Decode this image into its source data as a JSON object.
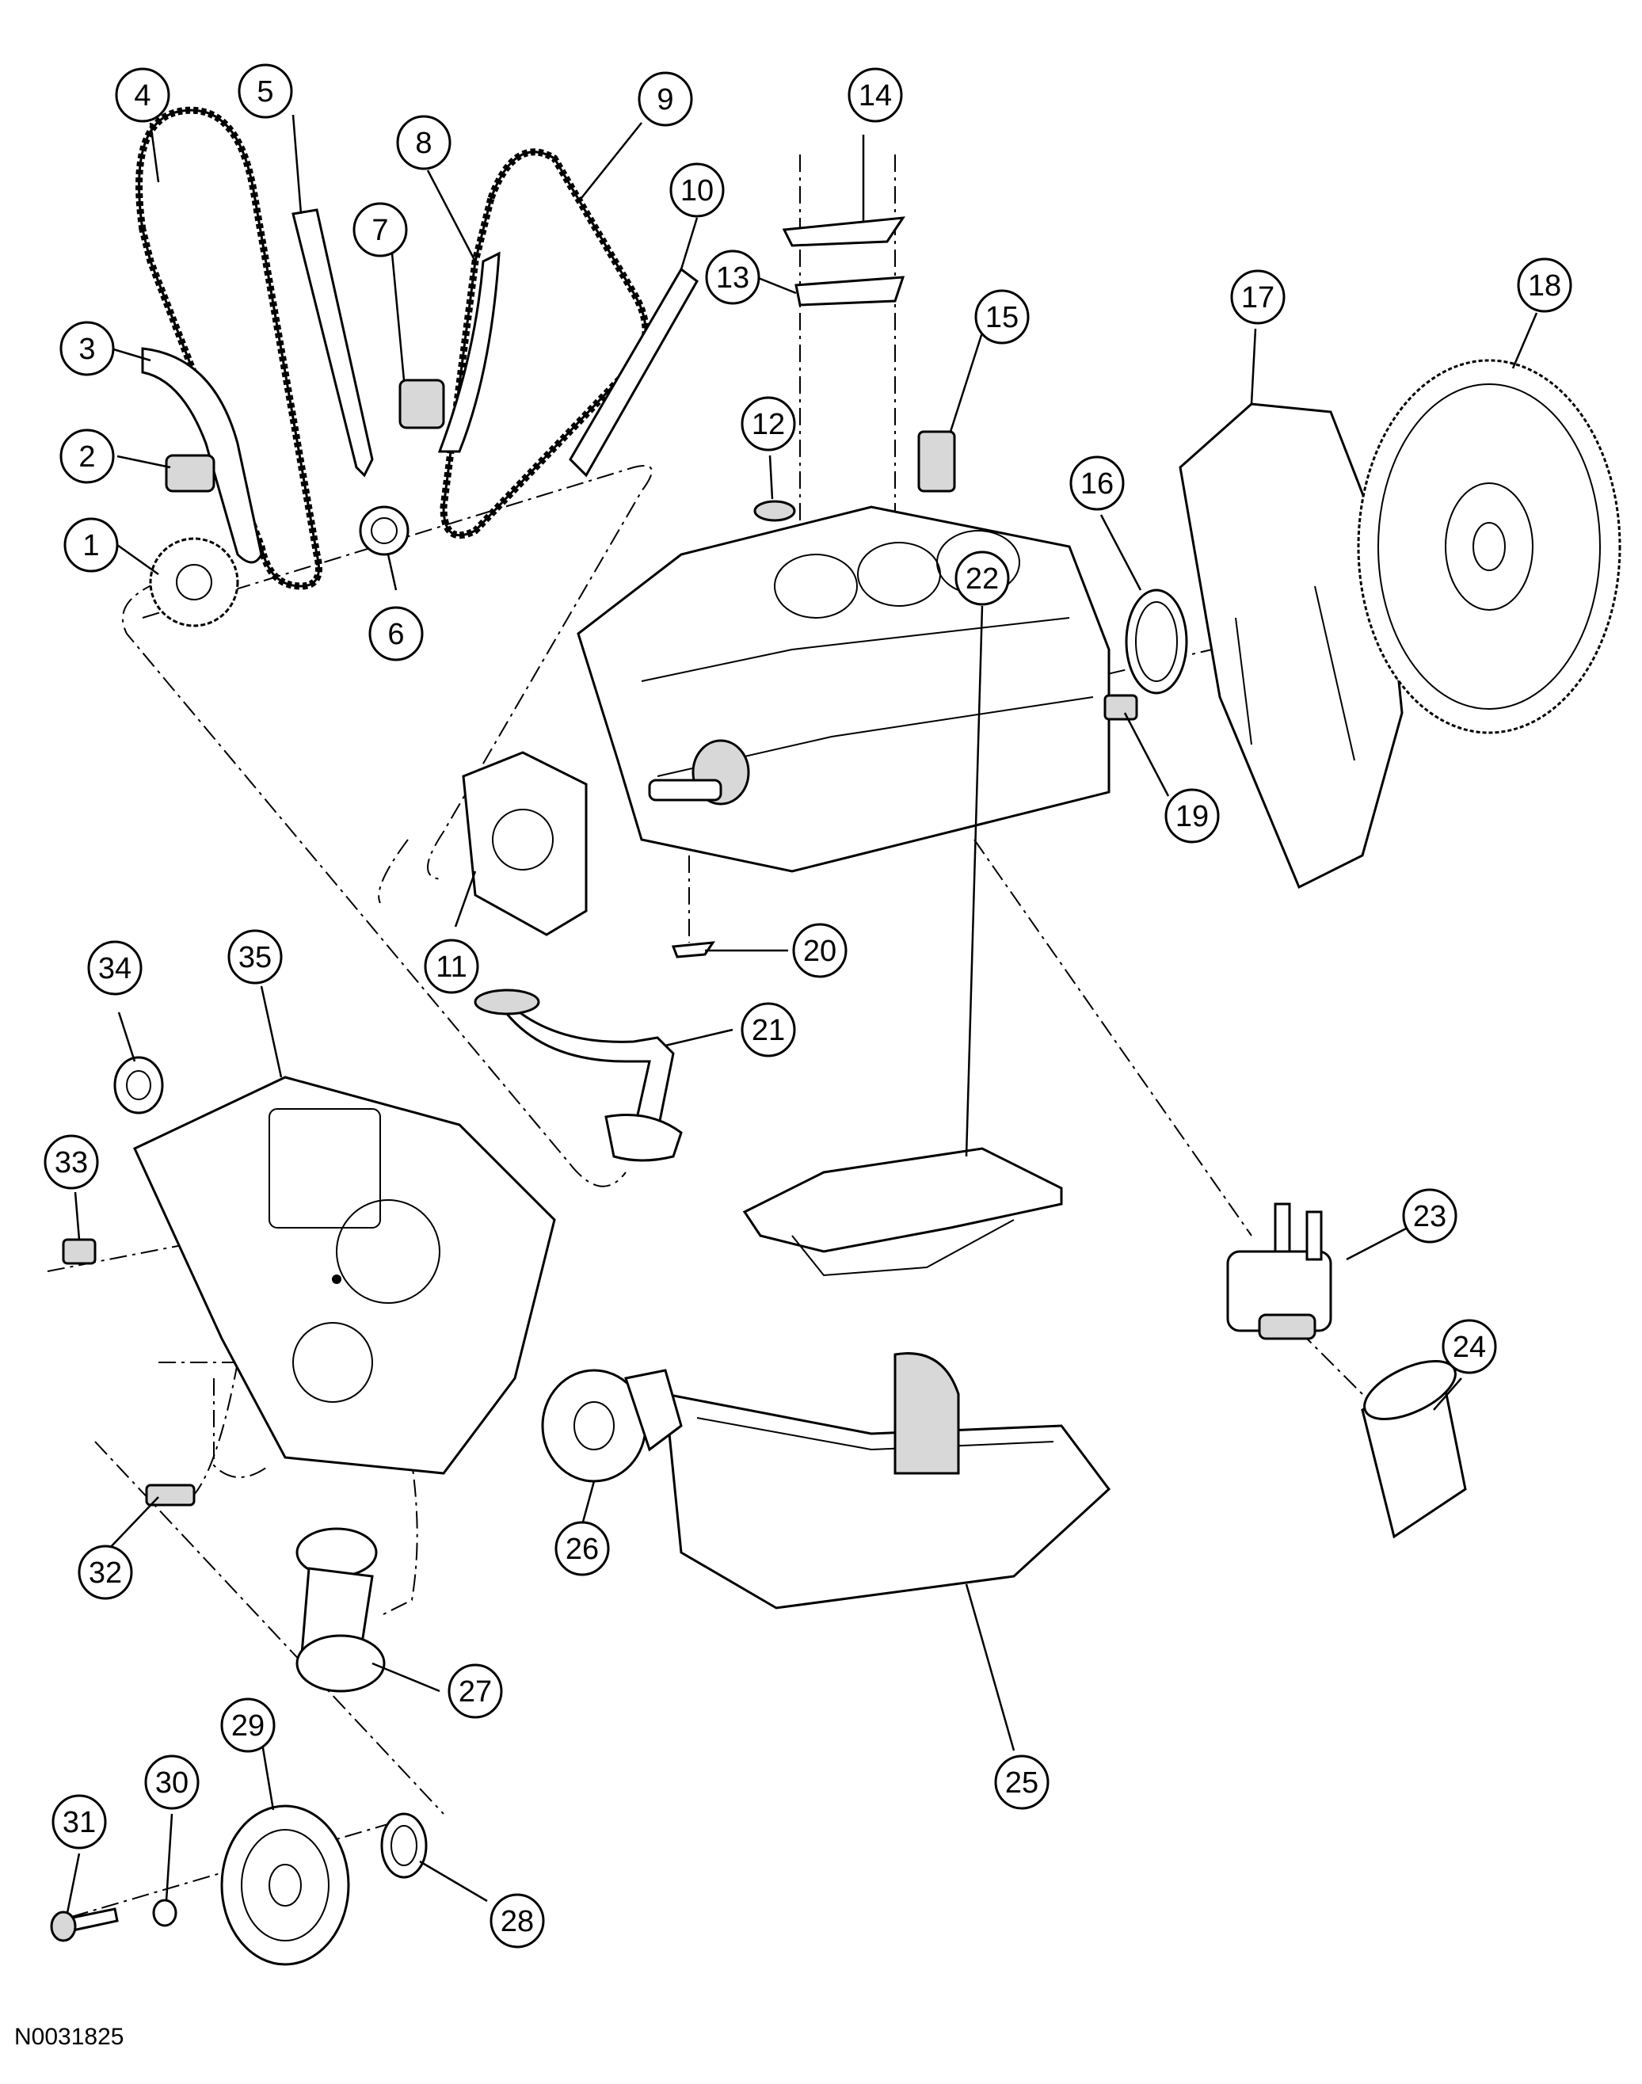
{
  "figure_code": "N0031825",
  "callouts": [
    {
      "label": "1"
    },
    {
      "label": "2"
    },
    {
      "label": "3"
    },
    {
      "label": "4"
    },
    {
      "label": "5"
    },
    {
      "label": "6"
    },
    {
      "label": "7"
    },
    {
      "label": "8"
    },
    {
      "label": "9"
    },
    {
      "label": "10"
    },
    {
      "label": "11"
    },
    {
      "label": "12"
    },
    {
      "label": "13"
    },
    {
      "label": "14"
    },
    {
      "label": "15"
    },
    {
      "label": "16"
    },
    {
      "label": "17"
    },
    {
      "label": "18"
    },
    {
      "label": "19"
    },
    {
      "label": "20"
    },
    {
      "label": "21"
    },
    {
      "label": "22"
    },
    {
      "label": "23"
    },
    {
      "label": "24"
    },
    {
      "label": "25"
    },
    {
      "label": "26"
    },
    {
      "label": "27"
    },
    {
      "label": "28"
    },
    {
      "label": "29"
    },
    {
      "label": "30"
    },
    {
      "label": "31"
    },
    {
      "label": "32"
    },
    {
      "label": "33"
    },
    {
      "label": "34"
    },
    {
      "label": "35"
    }
  ]
}
